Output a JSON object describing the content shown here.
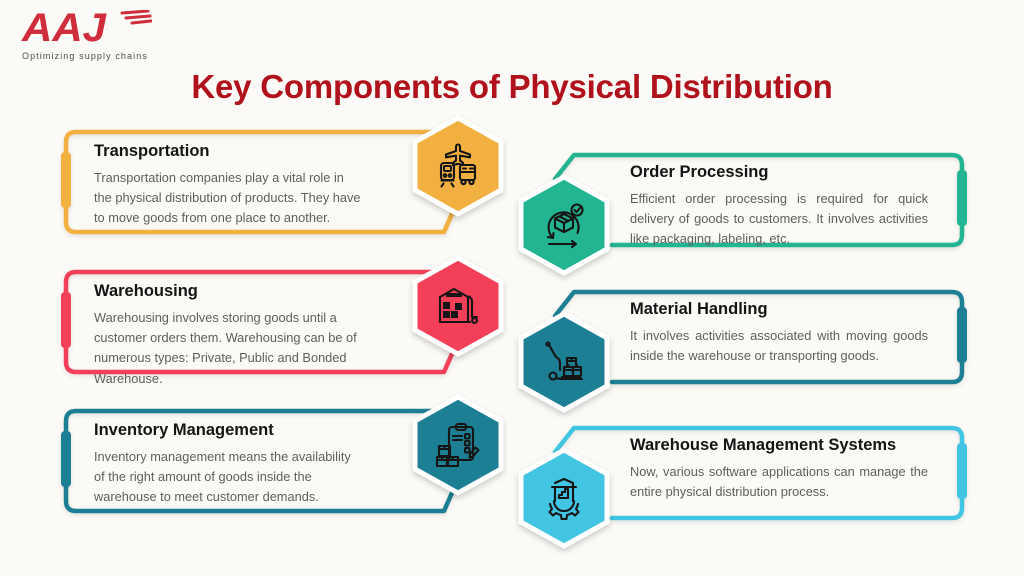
{
  "page": {
    "title": "Key Components of Physical Distribution",
    "title_color": "#b0111b",
    "background_color": "#fcfaf6"
  },
  "logo": {
    "text": "AAJ",
    "tagline": "Optimizing supply chains",
    "color": "#cf2d3c"
  },
  "cards": [
    {
      "id": "transportation",
      "title": "Transportation",
      "description": "Transportation companies play a vital role in the physical distribution of products. They have to move goods from one place to another.",
      "accent": "#f2b041",
      "icon": "plane-train-bus",
      "side": "left"
    },
    {
      "id": "warehousing",
      "title": "Warehousing",
      "description": "Warehousing involves storing goods until a customer orders them. Warehousing can be of numerous types: Private, Public and Bonded Warehouse.",
      "accent": "#f43f58",
      "icon": "warehouse-shelves",
      "side": "left"
    },
    {
      "id": "inventory-management",
      "title": "Inventory Management",
      "description": "Inventory management means the availability of the right amount of goods inside the warehouse to meet customer demands.",
      "accent": "#1d7f93",
      "icon": "clipboard-boxes",
      "side": "left"
    },
    {
      "id": "order-processing",
      "title": "Order Processing",
      "description": "Efficient order processing is required for quick delivery of goods to customers. It involves activities like packaging, labeling, etc.",
      "accent": "#23b592",
      "icon": "box-cycle",
      "side": "right"
    },
    {
      "id": "material-handling",
      "title": "Material Handling",
      "description": "It involves activities associated with moving goods inside the warehouse or transporting goods.",
      "accent": "#1d7f93",
      "icon": "pallet-jack",
      "side": "right"
    },
    {
      "id": "warehouse-management-systems",
      "title": "Warehouse Management Systems",
      "description": "Now, various software applications can manage the entire physical distribution process.",
      "accent": "#42c5e2",
      "icon": "gear-warehouse",
      "side": "right"
    }
  ]
}
